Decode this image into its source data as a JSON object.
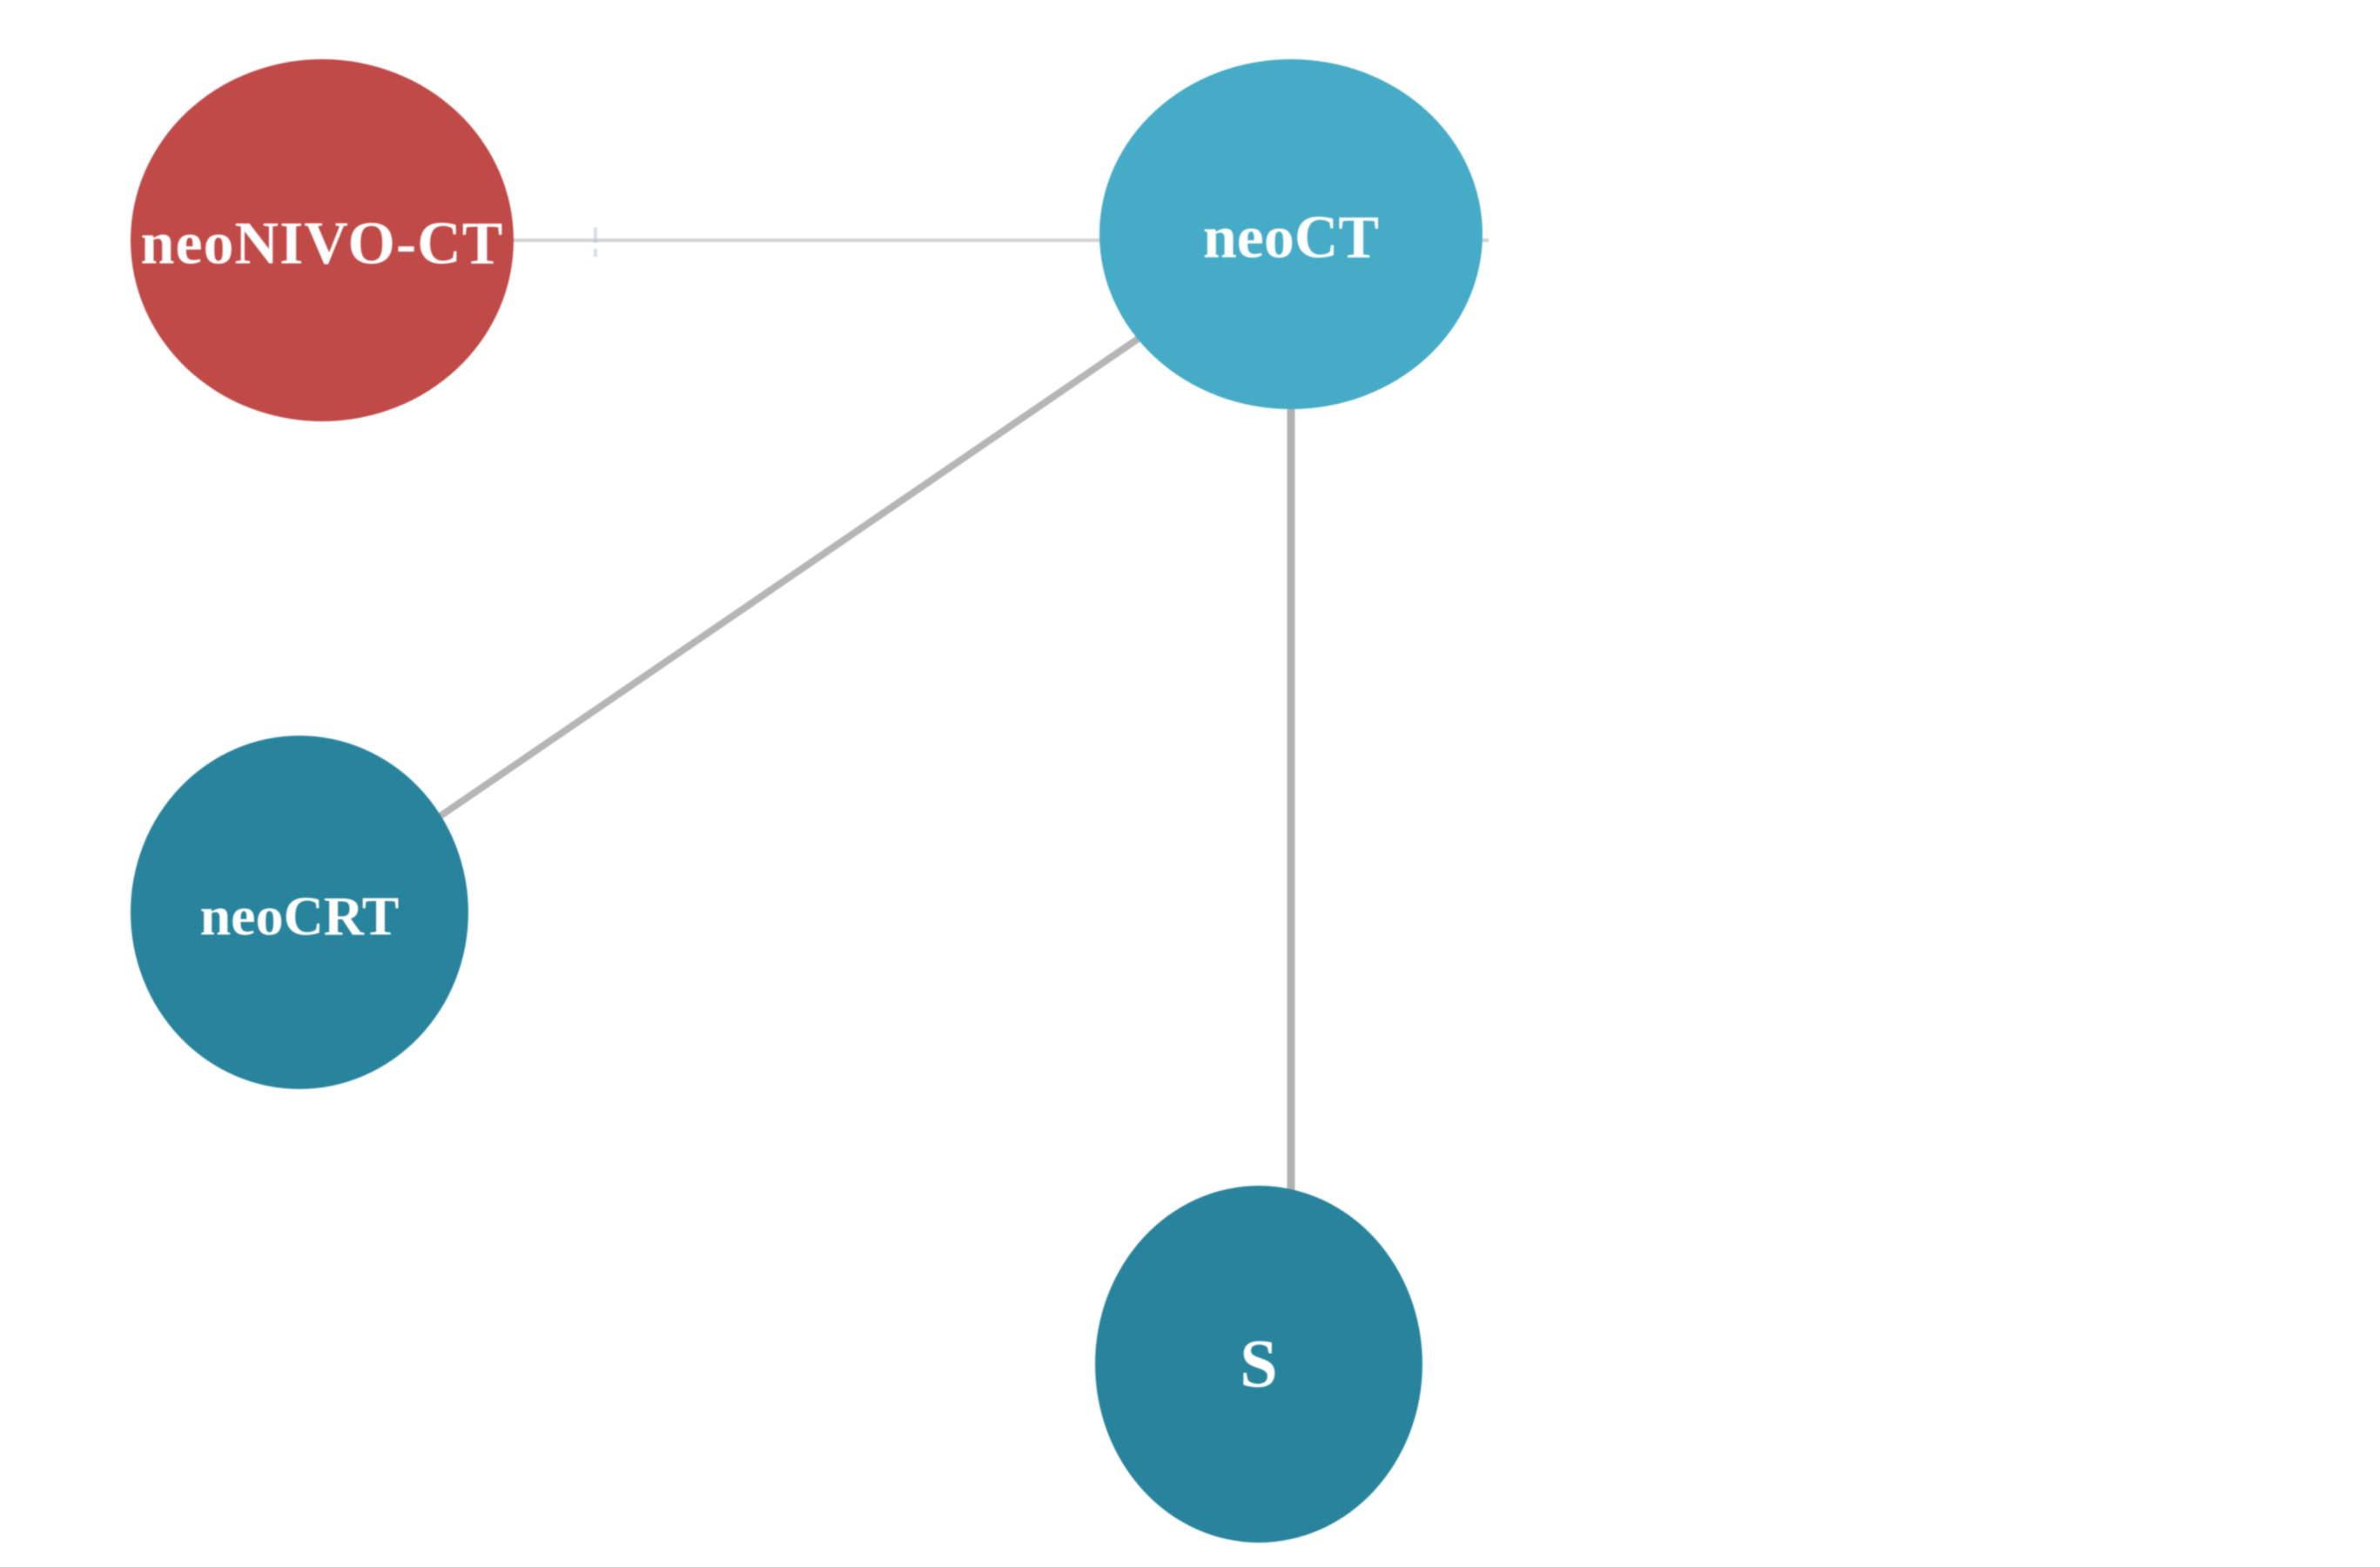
{
  "figure": {
    "type_label": "network-graph",
    "background_color": "#ffffff",
    "nodes": [
      {
        "id": "neoNIVO-CT",
        "label": "neoNIVO-CT",
        "color": "#c04a47",
        "text_color": "#ffffff"
      },
      {
        "id": "neoCT",
        "label": "neoCT",
        "color": "#46abc7",
        "text_color": "#ffffff"
      },
      {
        "id": "neoCRT",
        "label": "neoCRT",
        "color": "#28839c",
        "text_color": "#ffffff"
      },
      {
        "id": "S",
        "label": "S",
        "color": "#28839c",
        "text_color": "#ffffff"
      }
    ],
    "edges": [
      {
        "from": "neoNIVO-CT",
        "to": "neoCT",
        "color": "#d3d3d3",
        "width": 4
      },
      {
        "from": "neoCRT",
        "to": "neoCT",
        "color": "#b5b5b5",
        "width": 8
      },
      {
        "from": "neoCT",
        "to": "S",
        "color": "#b1b1b1",
        "width": 9
      }
    ]
  }
}
